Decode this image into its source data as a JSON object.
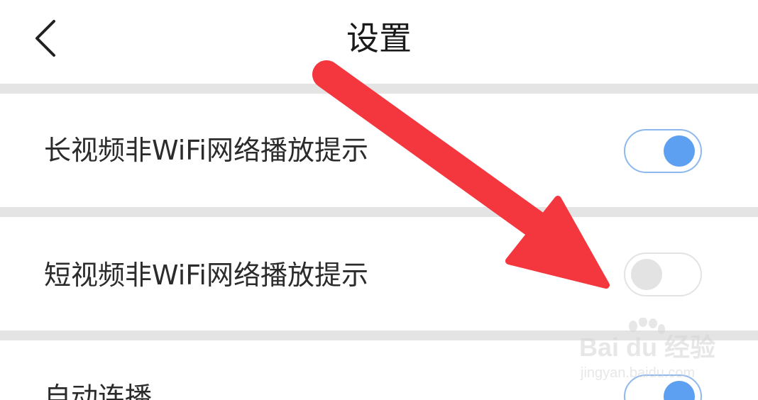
{
  "header": {
    "title": "设置",
    "back_icon": "chevron-left-icon"
  },
  "settings": [
    {
      "label": "长视频非WiFi网络播放提示",
      "enabled": true
    },
    {
      "label": "短视频非WiFi网络播放提示",
      "enabled": false
    },
    {
      "label": "自动连播",
      "enabled": true
    }
  ],
  "annotation": {
    "arrow_color": "#f4373f",
    "arrow_icon": "red-arrow-pointer"
  },
  "watermark": {
    "logo": "Bai du 经验",
    "url": "jingyan.baidu.com"
  },
  "colors": {
    "toggle_on": "#5d9ff0",
    "toggle_off": "#e3e3e3",
    "divider": "#e4e4e4"
  }
}
